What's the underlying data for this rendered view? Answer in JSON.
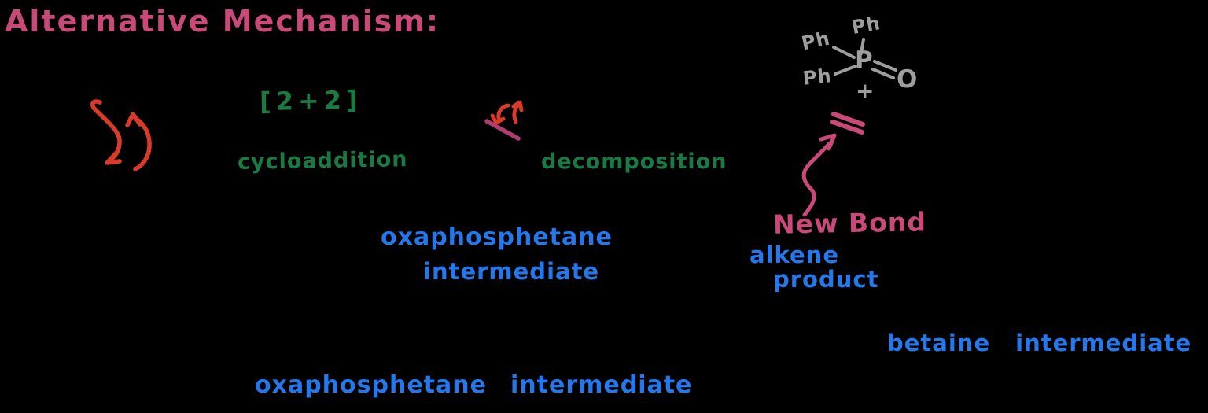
{
  "canvas": {
    "background": "#000000"
  },
  "palette": {
    "pink": "#c8497a",
    "red": "#d93b2b",
    "green": "#1a7a42",
    "blue": "#2478ec",
    "gray": "#9e9e9e",
    "magenta_bond": "#b03c72"
  },
  "title": {
    "text": "Alternative Mechanism:"
  },
  "cycloaddition_step": {
    "bracket": "[2+2]",
    "label": "cycloaddition"
  },
  "decomposition_step": {
    "label": "decomposition"
  },
  "oxaphosphetane_center": {
    "line1": "oxaphosphetane",
    "line2": "intermediate"
  },
  "alkene_product": {
    "line1": "alkene",
    "line2": "product"
  },
  "new_bond": {
    "label": "New Bond"
  },
  "betaine_label": {
    "word1": "betaine",
    "word2": "intermediate"
  },
  "oxaphosphetane_bottom": {
    "word1": "oxaphosphetane",
    "word2": "intermediate"
  },
  "structure": {
    "ph_top": "Ph",
    "ph_left": "Ph",
    "ph_bottom": "Ph",
    "phosphorus": "P",
    "oxygen": "O",
    "plus": "+"
  }
}
